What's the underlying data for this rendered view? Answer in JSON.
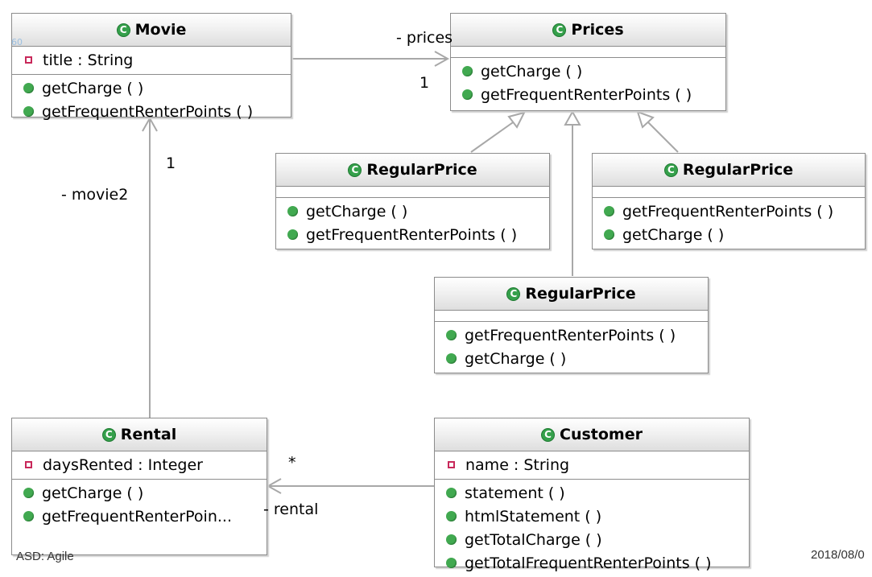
{
  "classes": {
    "movie": {
      "name": "Movie",
      "attributes": [
        "title : String"
      ],
      "operations": [
        "getCharge ( )",
        "getFrequentRenterPoints ( )"
      ]
    },
    "prices": {
      "name": "Prices",
      "operations": [
        "getCharge ( )",
        "getFrequentRenterPoints ( )"
      ]
    },
    "regular_left": {
      "name": "RegularPrice",
      "operations": [
        "getCharge ( )",
        "getFrequentRenterPoints ( )"
      ]
    },
    "regular_right": {
      "name": "RegularPrice",
      "operations": [
        "getFrequentRenterPoints ( )",
        "getCharge ( )"
      ]
    },
    "regular_center": {
      "name": "RegularPrice",
      "operations": [
        "getFrequentRenterPoints ( )",
        "getCharge ( )"
      ]
    },
    "rental": {
      "name": "Rental",
      "attributes": [
        "daysRented : Integer"
      ],
      "operations": [
        "getCharge ( )",
        "getFrequentRenterPoin..."
      ]
    },
    "customer": {
      "name": "Customer",
      "attributes": [
        "name : String"
      ],
      "operations": [
        "statement ( )",
        "htmlStatement ( )",
        "getTotalCharge ( )",
        "getTotalFrequentRenterPoints ( )"
      ]
    }
  },
  "associations": {
    "movie_prices": {
      "role": "- prices",
      "multiplicity": "1"
    },
    "rental_movie": {
      "role": "- movie2",
      "multiplicity": "1"
    },
    "customer_rental": {
      "role": "- rental",
      "multiplicity": "*"
    }
  },
  "class_icon_letter": "C",
  "badge": "60",
  "footer": {
    "left": "ASD: Agile",
    "right": "2018/08/0"
  },
  "colors": {
    "class_icon": "#35a04b",
    "operation_dot": "#41a950",
    "attribute_marker": "#c8285a",
    "lines": "#a8a8a8"
  }
}
